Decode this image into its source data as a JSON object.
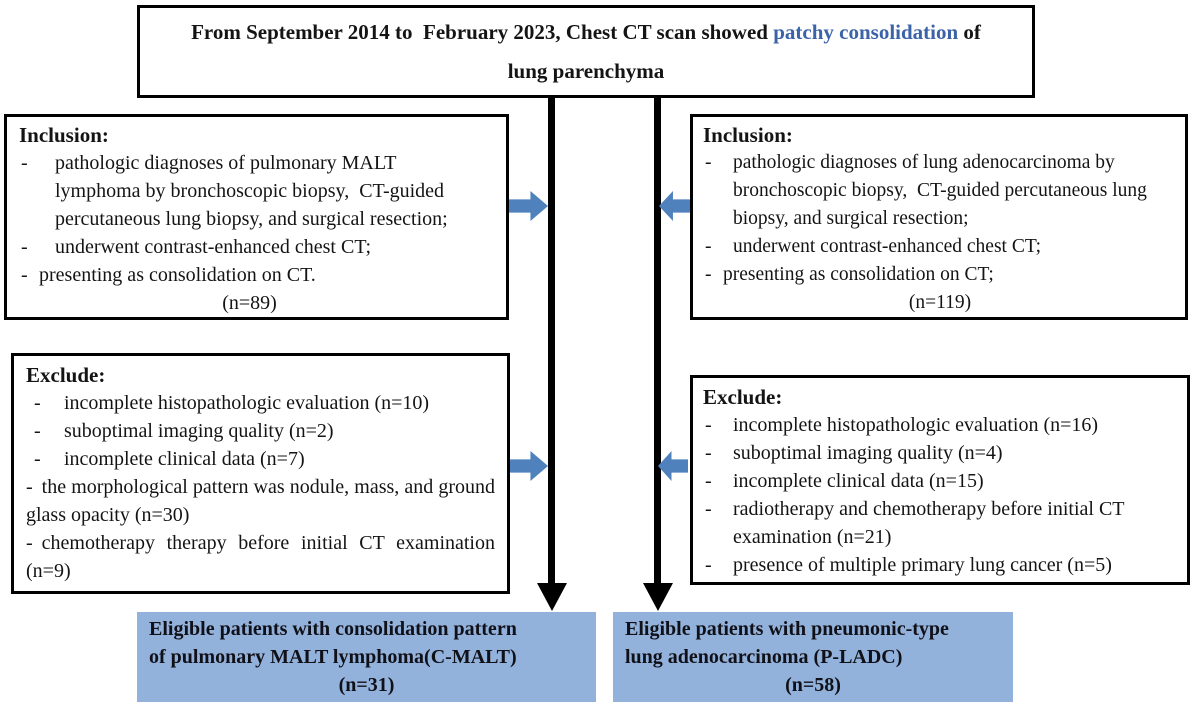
{
  "colors": {
    "accent_blue": "#4F81BD",
    "result_fill": "#93B2DB",
    "highlight_text": "#3B63A8"
  },
  "top_box": {
    "line1_prefix": "From September 2014 to  February 2023, Chest CT scan showed ",
    "line1_highlight": "patchy consolidation",
    "line1_suffix": " of",
    "line2": "lung parenchyma"
  },
  "left_inclusion": {
    "title": "Inclusion:",
    "items": [
      "pathologic diagnoses of pulmonary MALT lymphoma by bronchoscopic biopsy,  CT-guided percutaneous lung biopsy, and surgical resection;",
      "underwent contrast-enhanced chest CT;",
      "presenting as consolidation on CT."
    ],
    "count": "(n=89)"
  },
  "right_inclusion": {
    "title": "Inclusion:",
    "items": [
      "pathologic diagnoses of lung adenocarcinoma by bronchoscopic biopsy,  CT-guided percutaneous lung biopsy, and surgical resection;",
      "underwent contrast-enhanced chest CT;",
      "presenting as consolidation on CT;"
    ],
    "count": "(n=119)"
  },
  "left_exclude": {
    "title": "Exclude:",
    "items": [
      "incomplete histopathologic evaluation (n=10)",
      "suboptimal imaging quality (n=2)",
      "incomplete clinical data (n=7)",
      "the morphological pattern was nodule, mass, and ground glass opacity (n=30)",
      "chemotherapy therapy before initial CT examination (n=9)"
    ]
  },
  "right_exclude": {
    "title": "Exclude:",
    "items": [
      "incomplete histopathologic evaluation (n=16)",
      "suboptimal imaging quality (n=4)",
      "incomplete clinical data (n=15)",
      "radiotherapy and chemotherapy before initial CT examination (n=21)",
      "presence of multiple primary lung cancer (n=5)"
    ]
  },
  "left_result": {
    "line1": "Eligible patients with consolidation pattern",
    "line2": "of pulmonary MALT lymphoma(C-MALT)",
    "count": "(n=31)"
  },
  "right_result": {
    "line1": "Eligible patients with pneumonic-type",
    "line2": "lung adenocarcinoma (P-LADC)",
    "count": "(n=58)"
  }
}
